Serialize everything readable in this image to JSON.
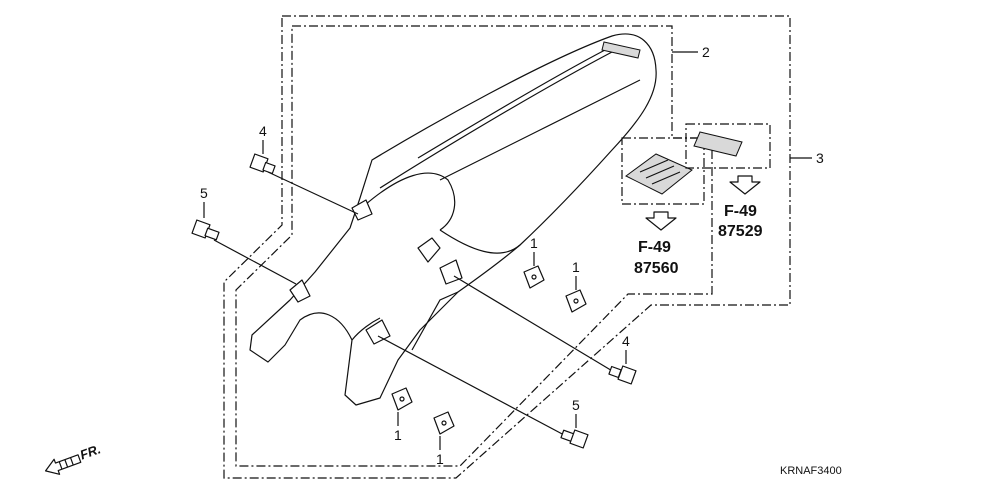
{
  "callouts": {
    "c1": "1",
    "c2": "1",
    "c3": "1",
    "c4": "1",
    "c5": "2",
    "c6": "3",
    "c7": "4",
    "c8": "4",
    "c9": "5",
    "c10": "5"
  },
  "refs": {
    "seat_ref_fig": "F-49",
    "seat_ref_part": "87560",
    "stripe_ref_fig": "F-49",
    "stripe_ref_part": "87529"
  },
  "front_indicator": "FR.",
  "diagram_code": "KRNAF3400"
}
